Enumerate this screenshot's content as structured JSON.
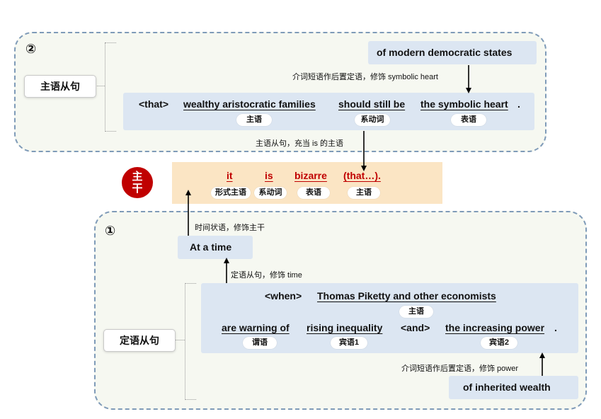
{
  "clause2": {
    "num": "②",
    "type_label": "主语从句",
    "prep_phrase": "of modern democratic states",
    "prep_note": "介词短语作后置定语，修饰 symbolic heart",
    "conj": "<that>",
    "subject": "wealthy aristocratic families",
    "verb": "should still be",
    "predicative": "the symbolic heart",
    "period": ".",
    "tags": {
      "subject": "主语",
      "verb": "系动词",
      "predicative": "表语"
    },
    "role_note": "主语从句，充当 is 的主语"
  },
  "main": {
    "badge_top": "主",
    "badge_bottom": "干",
    "w1": "it",
    "w2": "is",
    "w3": "bizarre",
    "w4": "(that…).",
    "t1": "形式主语",
    "t2": "系动词",
    "t3": "表语",
    "t4": "主语"
  },
  "clause1": {
    "num": "①",
    "time_phrase": "At a time",
    "time_note": "时间状语，修饰主干",
    "attr_note": "定语从句，修饰 time",
    "type_label": "定语从句",
    "conj": "<when>",
    "subject": "Thomas Piketty and other economists",
    "subject_tag": "主语",
    "verb": "are warning of",
    "obj1": "rising inequality",
    "and": "<and>",
    "obj2": "the increasing power",
    "period": ".",
    "verb_tag": "谓语",
    "obj1_tag": "宾语1",
    "obj2_tag": "宾语2",
    "prep_note": "介词短语作后置定语，修饰 power",
    "prep_phrase": "of inherited wealth"
  },
  "colors": {
    "accent_red": "#c00000",
    "box_blue": "#dce6f2",
    "main_band": "#fbe5c4",
    "panel_border": "#7f9bb8"
  }
}
